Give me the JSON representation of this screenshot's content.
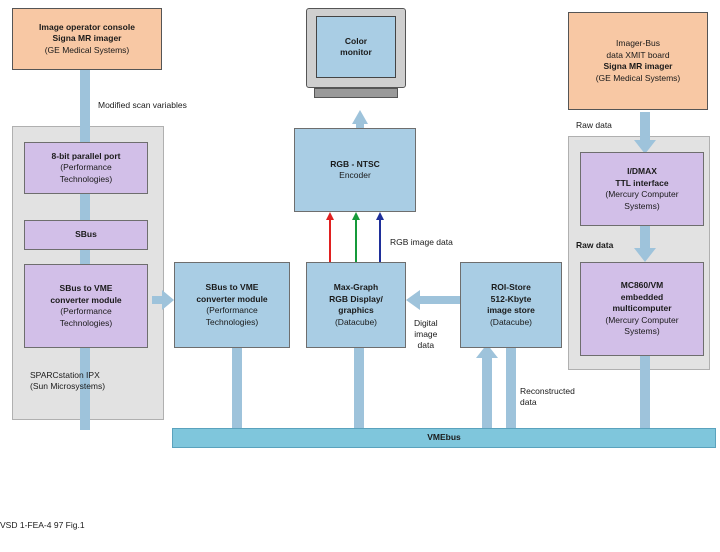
{
  "console_box": [
    "Image operator console",
    "Signa MR imager",
    "(GE Medical Systems)"
  ],
  "imager_box": [
    "Imager-Bus",
    "data XMIT board",
    "Signa MR imager",
    "(GE Medical Systems)"
  ],
  "monitor": [
    "Color",
    "monitor"
  ],
  "encoder": [
    "RGB - NTSC",
    "Encoder"
  ],
  "parallel_port": [
    "8-bit parallel port",
    "(Performance",
    "Technologies)"
  ],
  "sbus": "SBus",
  "sbus_vme_left": [
    "SBus to VME",
    "converter module",
    "(Performance",
    "Technologies)"
  ],
  "sbus_vme_mid": [
    "SBus to VME",
    "converter module",
    "(Performance",
    "Technologies)"
  ],
  "graphics": [
    "Max-Graph",
    "RGB Display/",
    "graphics",
    "(Datacube)"
  ],
  "store": [
    "ROI-Store",
    "512-Kbyte",
    "image store",
    "(Datacube)"
  ],
  "vmebus": "VMEbus",
  "i2dmax": [
    "I/DMAX",
    "TTL interface",
    "(Mercury Computer",
    "Systems)"
  ],
  "mc860": [
    "MC860/VM",
    "embedded",
    "multicomputer",
    "(Mercury Computer",
    "Systems)"
  ],
  "sparc": [
    "SPARCstation IPX",
    "(Sun Microsystems)"
  ],
  "labels": {
    "scan_vars": "Modified scan variables",
    "raw1": "Raw data",
    "raw2": "Raw data",
    "rgb": "RGB image data",
    "digital": [
      "Digital",
      "image",
      "data"
    ],
    "recon": [
      "Reconstructed",
      "data"
    ],
    "caption": "VSD 1-FEA-4 97 Fig.1"
  },
  "colors": {
    "orange_box": "#f8c8a4",
    "purple_box": "#d2bfe8",
    "blue_box": "#a9cde4",
    "pipe": "#9ec3db",
    "rgb_red": "#e02020",
    "rgb_green": "#159a3a",
    "rgb_blue": "#1f2f9a"
  }
}
